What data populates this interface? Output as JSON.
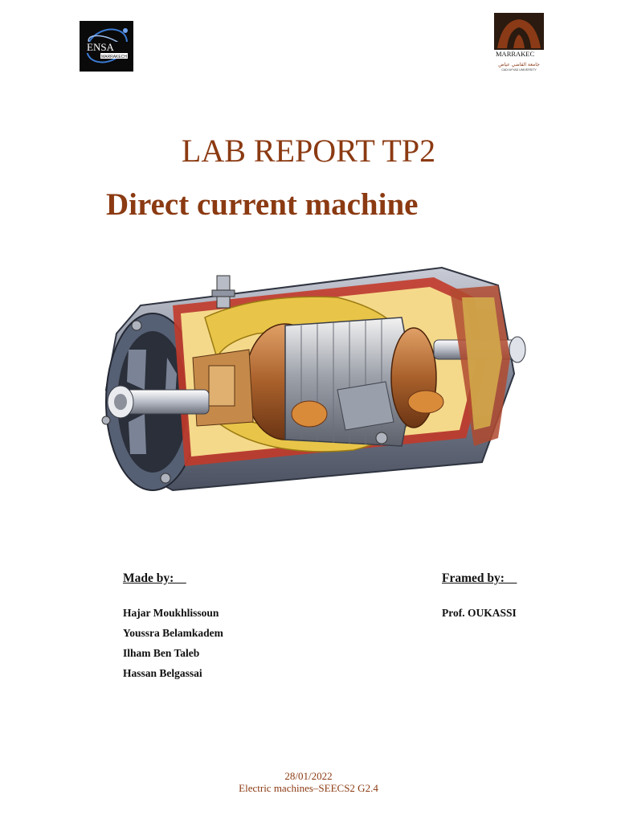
{
  "logos": {
    "left": {
      "text_top": "ENSA",
      "text_bottom": "MARRAKECH"
    },
    "right": {
      "text_top": "MARRAKEC",
      "text_arabic": "جامعة القاضي عياض",
      "text_bottom": "CADI AYYAD UNIVERSITY"
    }
  },
  "title": "LAB REPORT TP2",
  "subtitle": "Direct current machine",
  "made_by": {
    "heading": "Made by:",
    "authors": [
      "Hajar Moukhlissoun",
      "Youssra Belamkadem",
      "Ilham Ben Taleb",
      "Hassan Belgassai"
    ]
  },
  "framed_by": {
    "heading": "Framed by:",
    "supervisor": "Prof. OUKASSI"
  },
  "footer": {
    "date": "28/01/2022",
    "course": "Electric machines–SEECS2 G2.4"
  },
  "colors": {
    "title": "#8b3a12",
    "text": "#111111",
    "footer": "#8b3a12"
  }
}
